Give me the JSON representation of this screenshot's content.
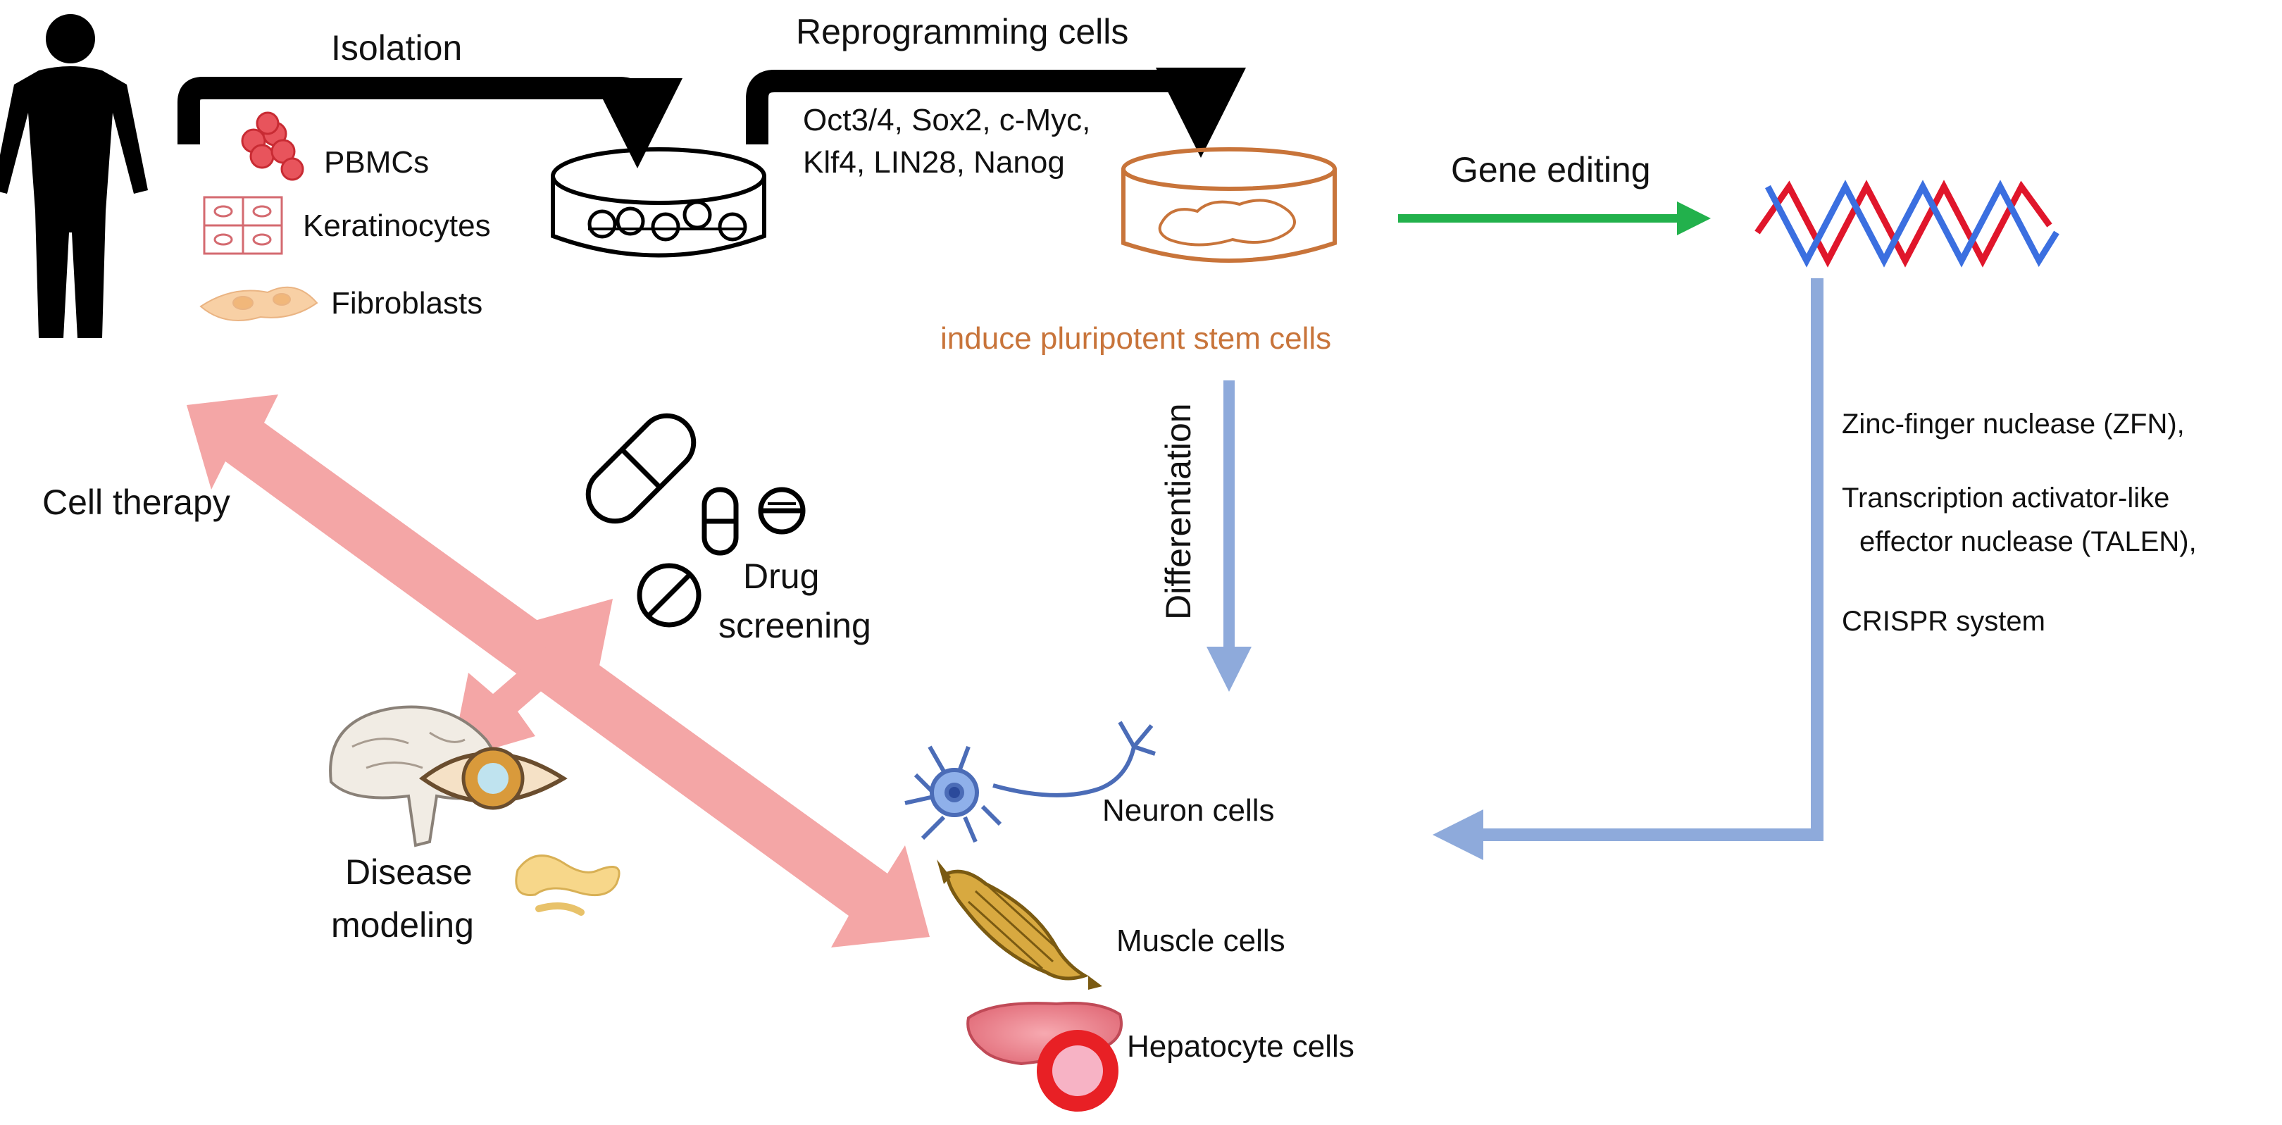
{
  "labels": {
    "isolation": "Isolation",
    "reprogramming": "Reprogramming cells",
    "factors_line1": "Oct3/4, Sox2, c-Myc,",
    "factors_line2": "Klf4, LIN28, Nanog",
    "pbmcs": "PBMCs",
    "keratinocytes": "Keratinocytes",
    "fibroblasts": "Fibroblasts",
    "gene_editing": "Gene editing",
    "ipsc": "induce pluripotent stem cells",
    "differentiation": "Differentiation",
    "zfn": "Zinc-finger nuclease (ZFN),",
    "talen_line1": "Transcription activator-like",
    "talen_line2": "effector nuclease (TALEN),",
    "crispr": "CRISPR system",
    "cell_therapy": "Cell therapy",
    "drug_line1": "Drug",
    "drug_line2": "screening",
    "disease_line1": "Disease",
    "disease_line2": "modeling",
    "neuron": "Neuron cells",
    "muscle": "Muscle cells",
    "hepatocyte": "Hepatocyte cells"
  },
  "colors": {
    "black_arrow": "#000000",
    "green_arrow": "#22b14c",
    "blue_arrow": "#8eaadb",
    "pink_arrow": "#f4a6a6",
    "ipsc_text": "#c8743a",
    "dna_red": "#e0162b",
    "dna_blue": "#3b6fe0"
  }
}
